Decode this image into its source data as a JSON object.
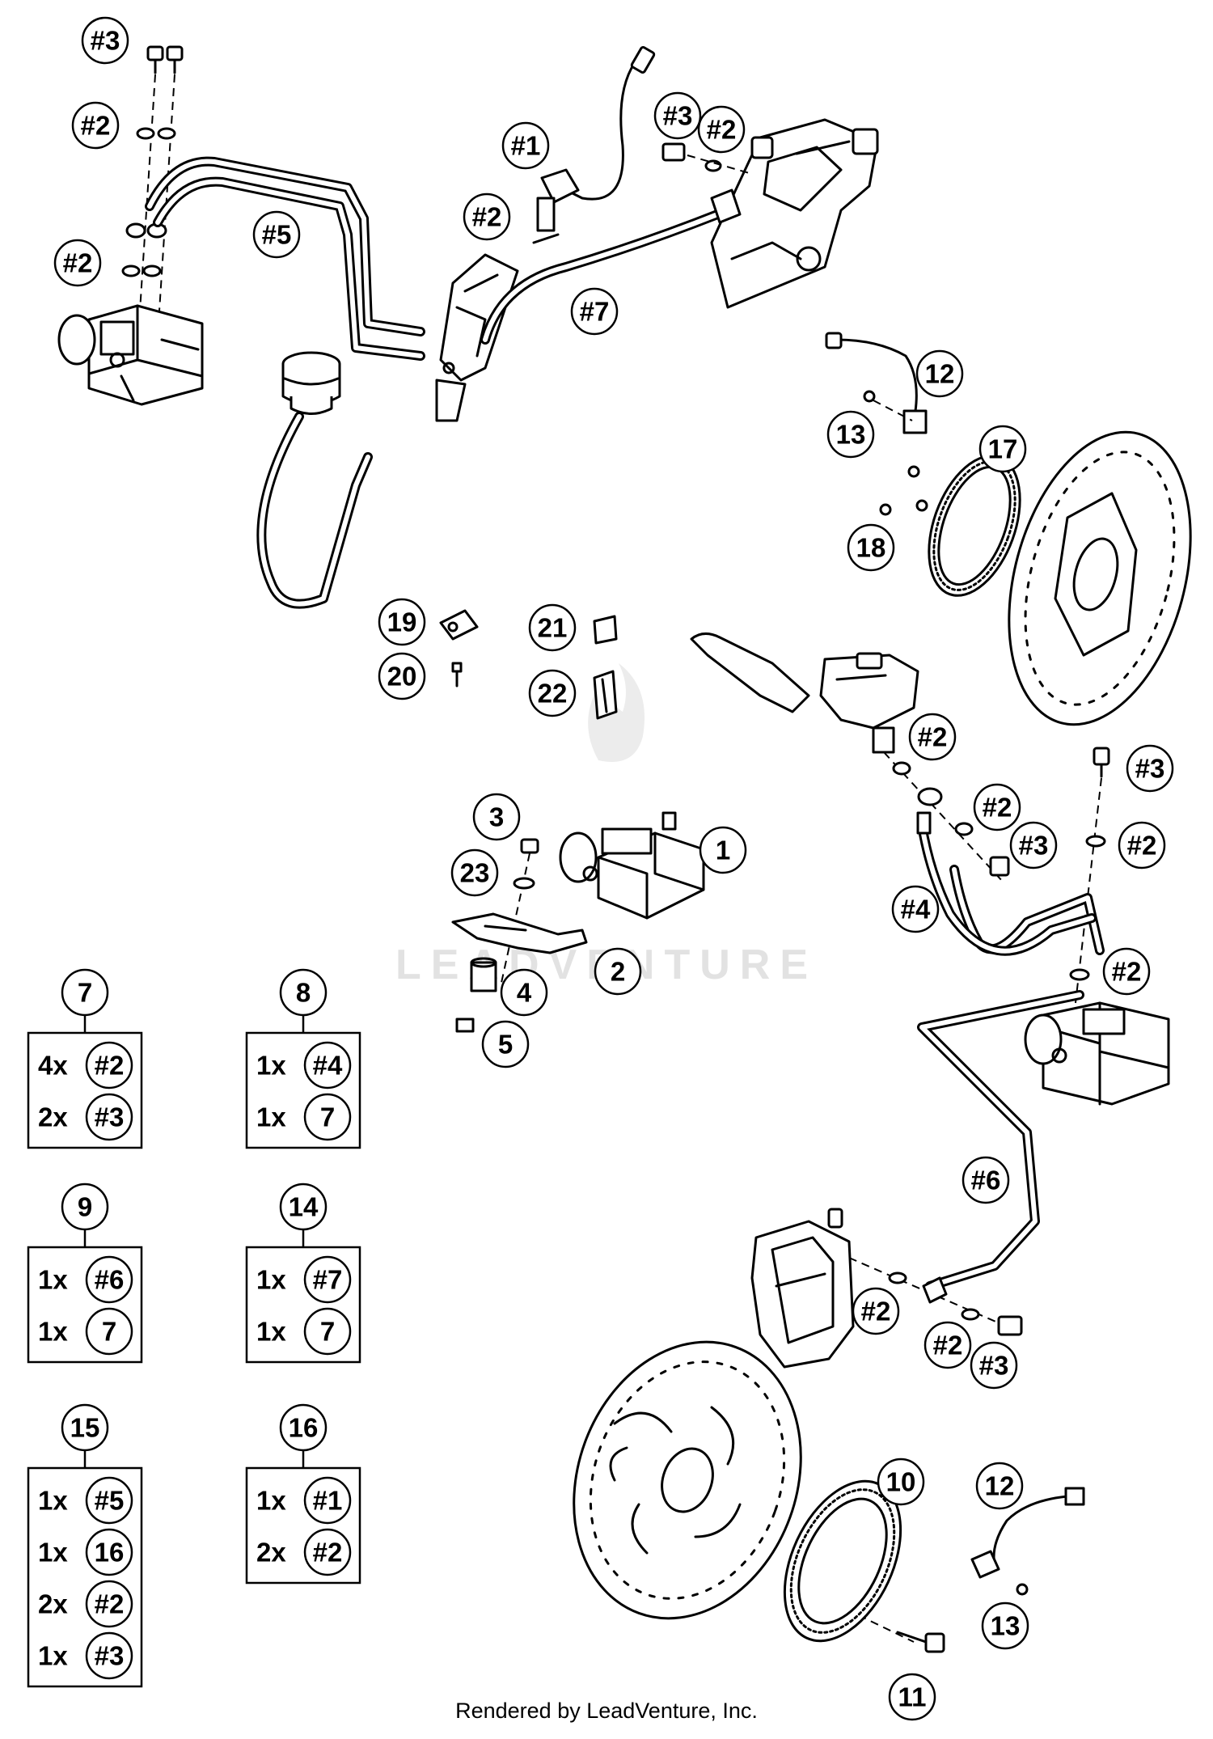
{
  "diagram": {
    "watermark": "LEADVENTURE",
    "labels": {
      "h3_top": "#3",
      "h2_top": "#2",
      "h2_abs_top": "#2",
      "h5": "#5",
      "h1": "#1",
      "h2_sensor": "#2",
      "h3_caliper_top": "#3",
      "h2_caliper_top": "#2",
      "h7": "#7",
      "n12_top": "12",
      "n13_top": "13",
      "n17": "17",
      "n18": "18",
      "n19": "19",
      "n20": "20",
      "n21": "21",
      "n22": "22",
      "h2_master": "#2",
      "h2_bolt_a": "#2",
      "h3_bolt_a": "#3",
      "h3_right": "#3",
      "h2_right": "#2",
      "h2_right_low": "#2",
      "h4": "#4",
      "n3": "3",
      "n23": "23",
      "n1": "1",
      "n2": "2",
      "n4": "4",
      "n5": "5",
      "h6": "#6",
      "h2_front_cal": "#2",
      "h2_front_bolt": "#2",
      "h3_front_bolt": "#3",
      "n10": "10",
      "n12_bottom": "12",
      "n13_bottom": "13",
      "n11": "11"
    },
    "kits": [
      {
        "id": "7",
        "items": [
          {
            "qty": "4x",
            "ref": "#2"
          },
          {
            "qty": "2x",
            "ref": "#3"
          }
        ]
      },
      {
        "id": "8",
        "items": [
          {
            "qty": "1x",
            "ref": "#4"
          },
          {
            "qty": "1x",
            "ref": "7"
          }
        ]
      },
      {
        "id": "9",
        "items": [
          {
            "qty": "1x",
            "ref": "#6"
          },
          {
            "qty": "1x",
            "ref": "7"
          }
        ]
      },
      {
        "id": "14",
        "items": [
          {
            "qty": "1x",
            "ref": "#7"
          },
          {
            "qty": "1x",
            "ref": "7"
          }
        ]
      },
      {
        "id": "15",
        "items": [
          {
            "qty": "1x",
            "ref": "#5"
          },
          {
            "qty": "1x",
            "ref": "16"
          },
          {
            "qty": "2x",
            "ref": "#2"
          },
          {
            "qty": "1x",
            "ref": "#3"
          }
        ]
      },
      {
        "id": "16",
        "items": [
          {
            "qty": "1x",
            "ref": "#1"
          },
          {
            "qty": "2x",
            "ref": "#2"
          }
        ]
      }
    ],
    "footer": "Rendered by LeadVenture, Inc."
  }
}
